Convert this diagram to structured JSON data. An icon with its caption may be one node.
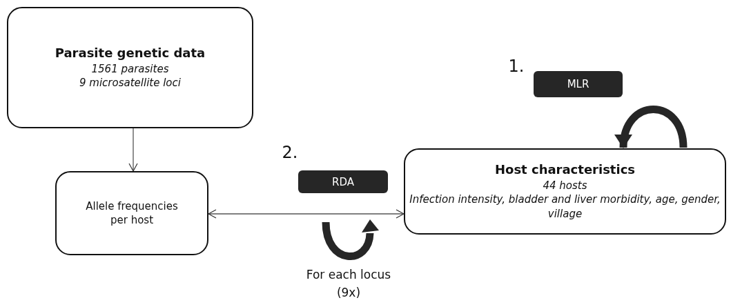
{
  "diagram": {
    "nodes": [
      {
        "text": [
          "Parasite genetic data",
          "1561 parasites",
          "9 microsatellite loci"
        ]
      },
      {
        "text": [
          "Allele frequencies per  host"
        ]
      },
      {
        "text": [
          "Host characteristics",
          "44 hosts",
          "Infection intensity, bladder and liver morbidity, age, gender, village"
        ]
      },
      {
        "text": [
          "MLR"
        ]
      },
      {
        "text": [
          "RDA"
        ]
      }
    ],
    "edges": [
      {
        "from": 0,
        "to": 1,
        "arrow": "to"
      },
      {
        "from": 1,
        "to": 2,
        "arrow": "both"
      },
      {
        "from": 2,
        "to": 2,
        "arrow": "to",
        "style": "thick"
      }
    ],
    "labels": [
      "1.",
      "2.",
      "For each locus (9x)"
    ]
  }
}
